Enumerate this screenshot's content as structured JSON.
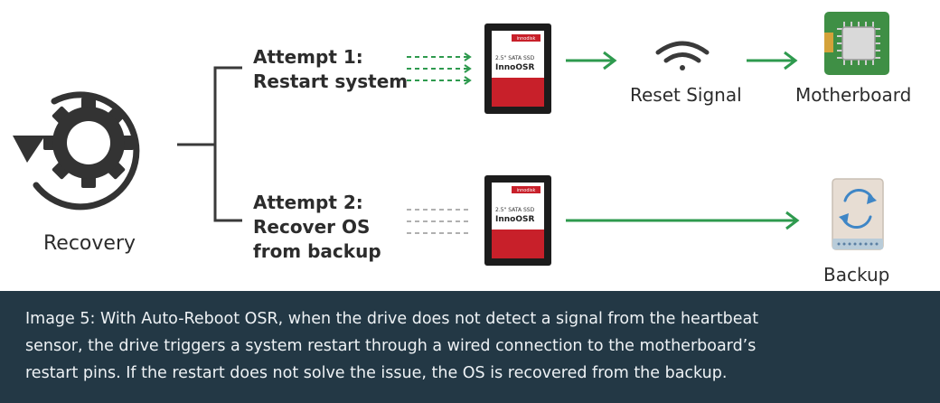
{
  "recovery": {
    "label": "Recovery",
    "icon": "gear-refresh-icon"
  },
  "attempt1": {
    "line1": "Attempt 1:",
    "line2": "Restart system"
  },
  "attempt2": {
    "line1": "Attempt 2:",
    "line2": "Recover OS",
    "line3": "from backup"
  },
  "ssd": {
    "brand": "innodisk",
    "spec": "2.5\" SATA SSD",
    "model": "InnoOSR",
    "icon": "ssd-drive-icon"
  },
  "reset_signal": {
    "label": "Reset Signal",
    "icon": "wifi-signal-icon"
  },
  "motherboard": {
    "label": "Motherboard",
    "icon": "motherboard-chip-icon"
  },
  "backup": {
    "label": "Backup",
    "icon": "backup-disk-icon"
  },
  "caption": {
    "line1": "Image 5: With Auto-Reboot OSR, when the drive does not detect a signal from the heartbeat",
    "line2": "sensor, the drive triggers a system restart through a wired connection to the motherboard’s",
    "line3": "restart pins. If the restart does not solve the issue, the OS is recovered from the backup."
  },
  "colors": {
    "arrow_green": "#2e9a4e",
    "connector": "#3a3a3a",
    "caption_bg": "#233845",
    "ssd_red": "#c8202a",
    "board_green": "#3f8f45"
  }
}
